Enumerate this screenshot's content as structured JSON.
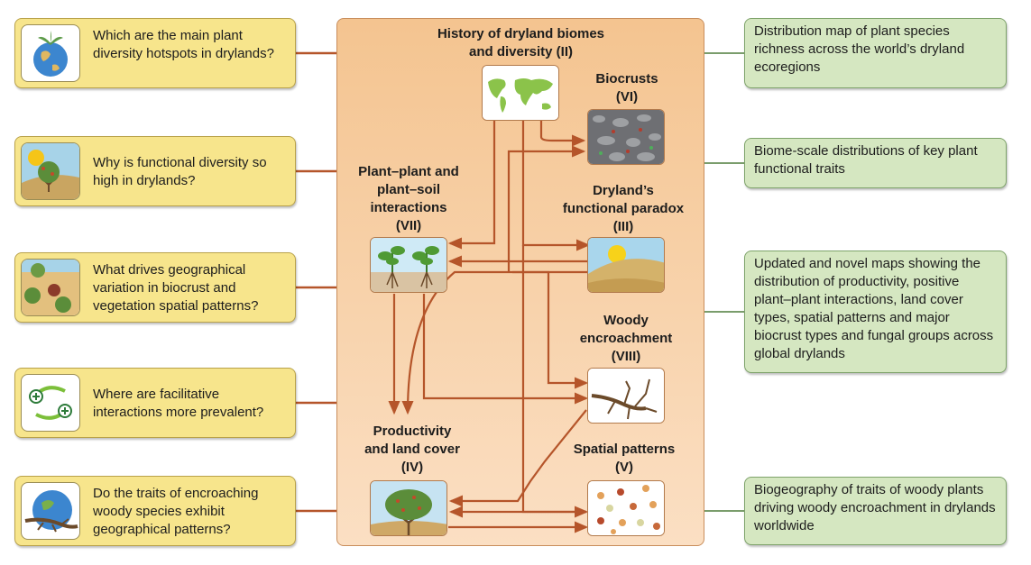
{
  "questions": [
    {
      "text": "Which are the main plant diversity hotspots in drylands?",
      "icon": "globe-plant-icon"
    },
    {
      "text": "Why is functional diversity so high in drylands?",
      "icon": "sun-shrub-icon"
    },
    {
      "text": "What drives geographical variation in biocrust and vegetation spatial patterns?",
      "icon": "vegetation-patches-icon"
    },
    {
      "text": "Where are facilitative interactions more prevalent?",
      "icon": "facilitation-cycle-icon"
    },
    {
      "text": "Do the traits of encroaching woody species exhibit geographical patterns?",
      "icon": "globe-branch-icon"
    }
  ],
  "outputs": [
    {
      "text": "Distribution map of plant species richness across the world’s dryland ecoregions"
    },
    {
      "text": "Biome-scale distributions of key plant functional traits"
    },
    {
      "text": "Updated and novel maps showing the distribution of productivity, positive plant–plant interactions, land cover types, spatial patterns and major biocrust types and fungal groups across global drylands"
    },
    {
      "text": "Biogeography of traits of woody plants driving woody encroachment in drylands worldwide"
    }
  ],
  "topics": {
    "history": {
      "line1": "History of dryland biomes",
      "line2": "and diversity (II)"
    },
    "biocrusts": {
      "line1": "Biocrusts",
      "line2": "(VI)"
    },
    "interactions": {
      "line1": "Plant–plant and",
      "line2": "plant–soil",
      "line3": "interactions",
      "line4": "(VII)"
    },
    "paradox": {
      "line1": "Dryland’s",
      "line2": "functional paradox",
      "line3": "(III)"
    },
    "woody": {
      "line1": "Woody",
      "line2": "encroachment",
      "line3": "(VIII)"
    },
    "productivity": {
      "line1": "Productivity",
      "line2": "and land cover",
      "line3": "(IV)"
    },
    "spatial": {
      "line1": "Spatial patterns",
      "line2": "(V)"
    }
  },
  "colors": {
    "question_fill": "#f7e58c",
    "output_fill": "#d5e7c1",
    "panel_fill": "#f6c999",
    "connector": "#b5552a"
  }
}
